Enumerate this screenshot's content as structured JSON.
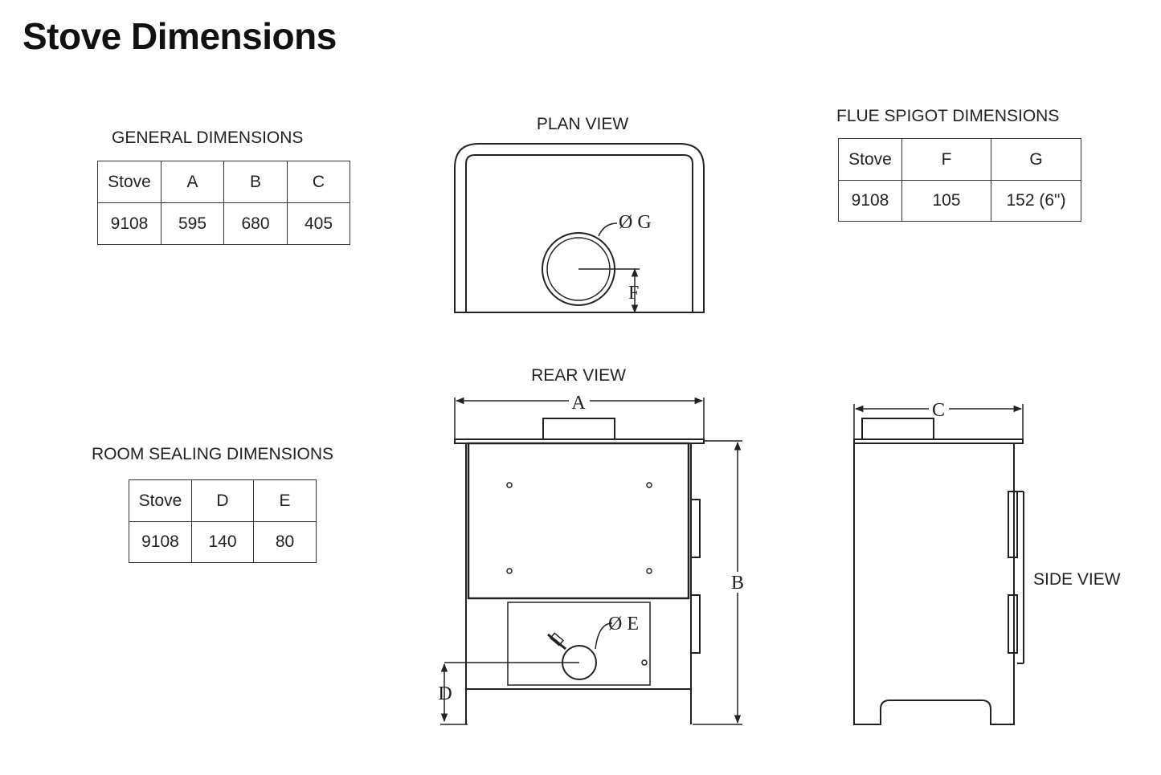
{
  "page_title": "Stove Dimensions",
  "views": {
    "plan": "PLAN VIEW",
    "rear": "REAR VIEW",
    "side": "SIDE VIEW"
  },
  "general": {
    "title": "GENERAL DIMENSIONS",
    "headers": [
      "Stove",
      "A",
      "B",
      "C"
    ],
    "row": [
      "9108",
      "595",
      "680",
      "405"
    ]
  },
  "flue": {
    "title": "FLUE SPIGOT DIMENSIONS",
    "headers": [
      "Stove",
      "F",
      "G"
    ],
    "row": [
      "9108",
      "105",
      "152 (6\")"
    ]
  },
  "room": {
    "title": "ROOM SEALING DIMENSIONS",
    "headers": [
      "Stove",
      "D",
      "E"
    ],
    "row": [
      "9108",
      "140",
      "80"
    ]
  },
  "labels": {
    "dia_g": "Ø G",
    "f": "F",
    "a": "A",
    "b": "B",
    "c": "C",
    "d": "D",
    "dia_e": "Ø E"
  }
}
